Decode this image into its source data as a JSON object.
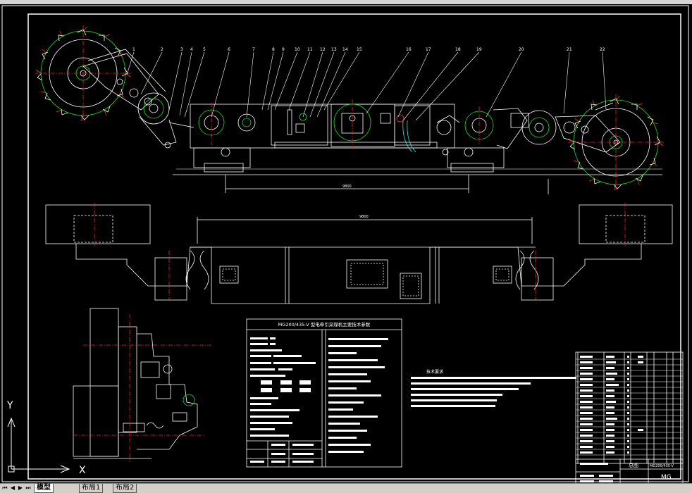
{
  "drawing": {
    "params_table_title": "MG200/435-V 型电牵引采煤机主要技术参数",
    "notes_title": "技术要求",
    "part_numbers": [
      "1",
      "2",
      "3",
      "4",
      "5",
      "6",
      "7",
      "8",
      "9",
      "10",
      "11",
      "12",
      "13",
      "14",
      "15",
      "16",
      "17",
      "18",
      "19",
      "20",
      "21",
      "22"
    ],
    "dimension_main": "9800",
    "dimension_top": "9800",
    "title_block_name": "总图",
    "title_block_model": "MG200/435-V",
    "title_block_code": "MG"
  },
  "ucs": {
    "y_label": "Y",
    "x_label": "X"
  },
  "tabs": [
    {
      "label": "模型",
      "active": true
    },
    {
      "label": "布局1",
      "active": false
    },
    {
      "label": "布局2",
      "active": false
    }
  ],
  "colors": {
    "background": "#000000",
    "lines": "#ffffff",
    "center_lines": "#ff2020",
    "green_circles": "#20e020",
    "cyan": "#40e0e0"
  }
}
